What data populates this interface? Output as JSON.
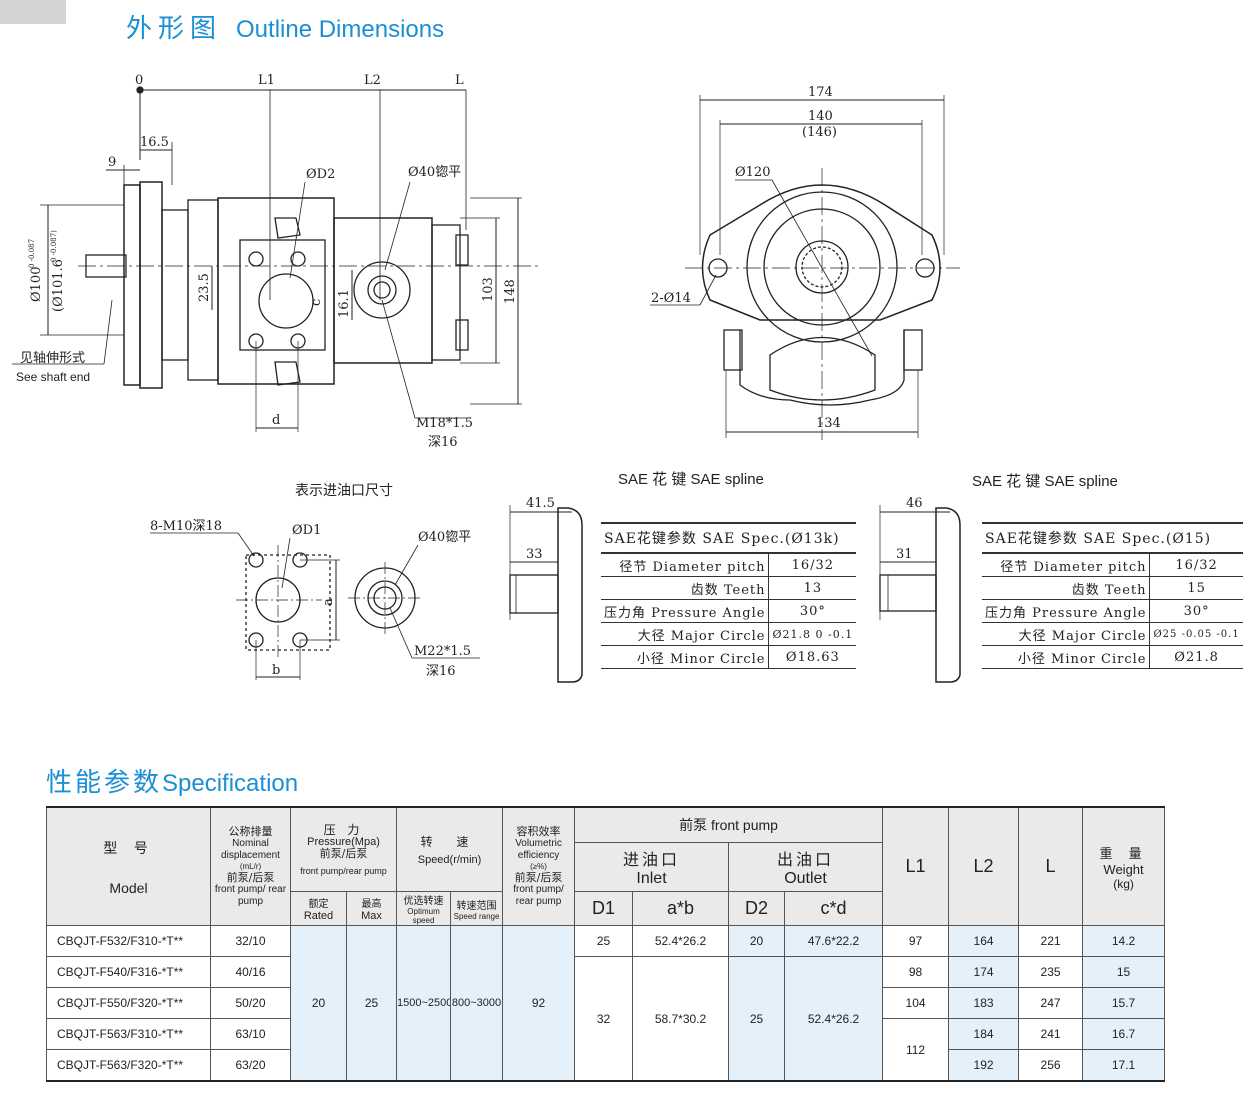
{
  "header": {
    "title_cn": "外形图",
    "title_en": "Outline Dimensions"
  },
  "drawing_labels": {
    "dim_0": "0",
    "dim_L1": "L1",
    "dim_L2": "L2",
    "dim_L": "L",
    "dim_16_5": "16.5",
    "dim_9": "9",
    "dim_D2": "ØD2",
    "dim_040_a": "Ø40锪平",
    "dim_100": "Ø100",
    "dim_100_tol": "0 -0.087",
    "dim_101_6": "(Ø101.6",
    "dim_101_6_tol": "0 -0.087)",
    "dim_23_5": "23.5",
    "dim_c": "c",
    "dim_16_1": "16.1",
    "dim_103": "103",
    "dim_148": "148",
    "dim_d": "d",
    "m18": "M18*1.5",
    "m18_depth": "深16",
    "shaft_cn": "见轴伸形式",
    "shaft_en": "See shaft end",
    "dim_174": "174",
    "dim_140": "140",
    "dim_146": "(146)",
    "dim_120": "Ø120",
    "dim_2_014": "2-Ø14",
    "dim_134": "134",
    "inlet_title": "表示进油口尺寸",
    "m10": "8-M10深18",
    "dim_D1": "ØD1",
    "dim_040_b": "Ø40锪平",
    "dim_a": "a",
    "dim_b": "b",
    "m22": "M22*1.5",
    "m22_depth": "深16",
    "dim_41_5": "41.5",
    "dim_33": "33",
    "dim_46": "46",
    "dim_31": "31"
  },
  "spline_left": {
    "heading": "SAE 花 键  SAE spline",
    "title": "SAE花键参数 SAE Spec.(Ø13k)",
    "rows": [
      {
        "k": "径节 Diameter pitch",
        "v": "16/32"
      },
      {
        "k": "齿数 Teeth",
        "v": "13"
      },
      {
        "k": "压力角 Pressure Angle",
        "v": "30°"
      },
      {
        "k": "大径 Major Circle",
        "v": "Ø21.8 0 -0.1"
      },
      {
        "k": "小径 Minor Circle",
        "v": "Ø18.63"
      }
    ]
  },
  "spline_right": {
    "heading": "SAE 花 键  SAE spline",
    "title": "SAE花键参数 SAE Spec.(Ø15)",
    "rows": [
      {
        "k": "径节 Diameter pitch",
        "v": "16/32"
      },
      {
        "k": "齿数 Teeth",
        "v": "15"
      },
      {
        "k": "压力角 Pressure Angle",
        "v": "30°"
      },
      {
        "k": "大径 Major Circle",
        "v": "Ø25 -0.05 -0.1"
      },
      {
        "k": "小径 Minor Circle",
        "v": "Ø21.8"
      }
    ]
  },
  "spec": {
    "title_cn": "性能参数",
    "title_en": "Specification",
    "h_model_cn": "型 号",
    "h_model_en": "Model",
    "h_disp_cn": "公称排量",
    "h_disp_en": "Nominal displacement",
    "h_disp_unit": "(mL/r)",
    "h_disp_cn2": "前泵/后泵",
    "h_disp_en2": "front pump/ rear pump",
    "h_press_cn": "压 力",
    "h_press_en": "Pressure(Mpa)",
    "h_press_cn2": "前泵/后泵",
    "h_press_en2": "front pump/rear pump",
    "h_rated_cn": "额定",
    "h_rated_en": "Rated",
    "h_max_cn": "最高",
    "h_max_en": "Max",
    "h_speed_cn": "转 速",
    "h_speed_en": "Speed(r/min)",
    "h_opt_cn": "优选转速",
    "h_opt_en": "Optimum speed",
    "h_range_cn": "转速范围",
    "h_range_en": "Speed range",
    "h_vol_cn": "容积效率",
    "h_vol_en": "Volumetric efficiency",
    "h_vol_unit": "(≥%)",
    "h_vol_cn2": "前泵/后泵",
    "h_vol_en2": "front pump/ rear pump",
    "h_front": "前泵 front pump",
    "h_inlet_cn": "进油口",
    "h_inlet_en": "Inlet",
    "h_outlet_cn": "出油口",
    "h_outlet_en": "Outlet",
    "h_D1": "D1",
    "h_ab": "a*b",
    "h_D2": "D2",
    "h_cd": "c*d",
    "h_L1": "L1",
    "h_L2": "L2",
    "h_L": "L",
    "h_weight_cn": "重 量",
    "h_weight_en": "Weight",
    "h_weight_unit": "(kg)",
    "rated": "20",
    "max": "25",
    "opt": "1500~2500",
    "range": "800~3000",
    "vol": "92",
    "D1_a": "25",
    "ab_a": "52.4*26.2",
    "D2_a": "20",
    "cd_a": "47.6*22.2",
    "D1_b": "32",
    "ab_b": "58.7*30.2",
    "D2_b": "25",
    "cd_b": "52.4*26.2",
    "L1_112": "112",
    "rows": [
      {
        "model": "CBQJT-F532/F310-*T**",
        "disp": "32/10",
        "L1": "97",
        "L2": "164",
        "L": "221",
        "w": "14.2"
      },
      {
        "model": "CBQJT-F540/F316-*T**",
        "disp": "40/16",
        "L1": "98",
        "L2": "174",
        "L": "235",
        "w": "15"
      },
      {
        "model": "CBQJT-F550/F320-*T**",
        "disp": "50/20",
        "L1": "104",
        "L2": "183",
        "L": "247",
        "w": "15.7"
      },
      {
        "model": "CBQJT-F563/F310-*T**",
        "disp": "63/10",
        "L1": "",
        "L2": "184",
        "L": "241",
        "w": "16.7"
      },
      {
        "model": "CBQJT-F563/F320-*T**",
        "disp": "63/20",
        "L1": "",
        "L2": "192",
        "L": "256",
        "w": "17.1"
      }
    ]
  }
}
